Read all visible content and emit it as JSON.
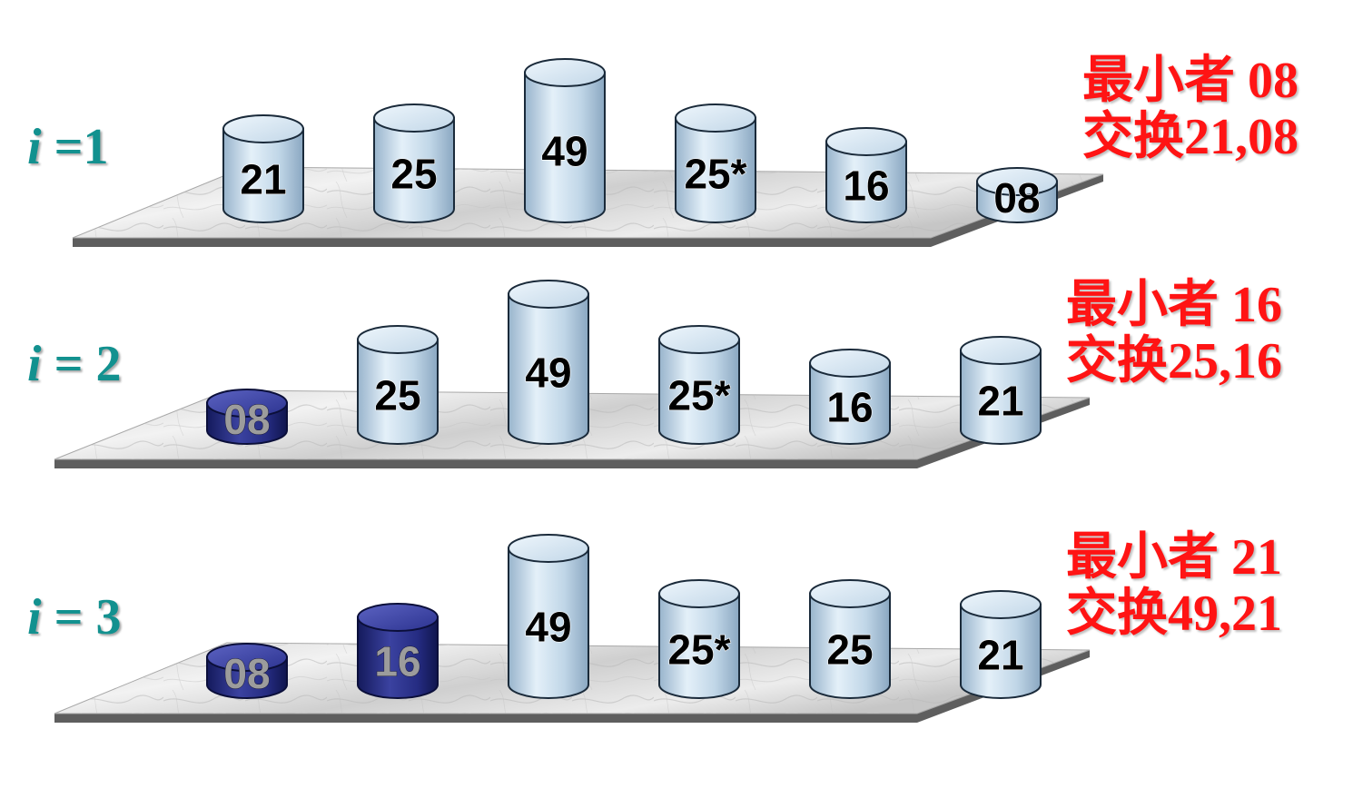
{
  "diagram": {
    "rows": [
      {
        "label_var": "i",
        "label_rest": " =1",
        "note_line1": "最小者 08",
        "note_line2": "交换21,08",
        "items": [
          {
            "value": "21",
            "height": 88,
            "state": "unsorted"
          },
          {
            "value": "25",
            "height": 100,
            "state": "unsorted"
          },
          {
            "value": "49",
            "height": 150,
            "state": "unsorted"
          },
          {
            "value": "25*",
            "height": 100,
            "state": "unsorted"
          },
          {
            "value": "16",
            "height": 74,
            "state": "unsorted"
          },
          {
            "value": "08",
            "height": 30,
            "state": "unsorted"
          }
        ]
      },
      {
        "label_var": "i",
        "label_rest": " = 2",
        "note_line1": "最小者 16",
        "note_line2": "交换25,16",
        "items": [
          {
            "value": "08",
            "height": 30,
            "state": "sorted"
          },
          {
            "value": "25",
            "height": 100,
            "state": "unsorted"
          },
          {
            "value": "49",
            "height": 150,
            "state": "unsorted"
          },
          {
            "value": "25*",
            "height": 100,
            "state": "unsorted"
          },
          {
            "value": "16",
            "height": 74,
            "state": "unsorted"
          },
          {
            "value": "21",
            "height": 88,
            "state": "unsorted"
          }
        ]
      },
      {
        "label_var": "i",
        "label_rest": " = 3",
        "note_line1": "最小者 21",
        "note_line2": "交换49,21",
        "items": [
          {
            "value": "08",
            "height": 30,
            "state": "sorted"
          },
          {
            "value": "16",
            "height": 74,
            "state": "sorted"
          },
          {
            "value": "49",
            "height": 150,
            "state": "unsorted"
          },
          {
            "value": "25*",
            "height": 100,
            "state": "unsorted"
          },
          {
            "value": "25",
            "height": 100,
            "state": "unsorted"
          },
          {
            "value": "21",
            "height": 88,
            "state": "unsorted"
          }
        ]
      }
    ],
    "colors": {
      "label": "#12918f",
      "note": "#ff1414",
      "cylinder_light": "#c3d8e8",
      "cylinder_dark": "#1e2478"
    }
  }
}
